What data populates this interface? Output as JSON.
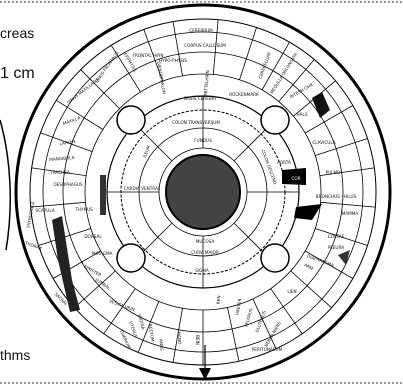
{
  "side_text": {
    "top": "creas",
    "mid": "1 cm",
    "bottom": "thms"
  },
  "labels": [
    {
      "name": "cerebrum",
      "text": "CEREBRUM"
    },
    {
      "name": "corpus-callosum",
      "text": "CORPUS CALLOSUM"
    },
    {
      "name": "frontal-hirn",
      "text": "FRONTAL HIRN"
    },
    {
      "name": "sinus-frontalis",
      "text": "SINUS FRONTALIS"
    },
    {
      "name": "epiphysis",
      "text": "EPIPHYSIS"
    },
    {
      "name": "diencephalon",
      "text": "DIENCEPHALON"
    },
    {
      "name": "hypophysis",
      "text": "HYPO-PHYSIS"
    },
    {
      "name": "mittelhirn",
      "text": "MITTELHIRN"
    },
    {
      "name": "basis-cerebri",
      "text": "BASIS CEREBRI"
    },
    {
      "name": "rueckenmark",
      "text": "RÜCKENMARK"
    },
    {
      "name": "cerebellum",
      "text": "CEREBELLUM"
    },
    {
      "name": "medulla-oblongata",
      "text": "MEDULLA OBLONGATA"
    },
    {
      "name": "intern-ohr",
      "text": "INTERN OHR"
    },
    {
      "name": "hals",
      "text": "HALS"
    },
    {
      "name": "clavicula",
      "text": "CLAVICULA"
    },
    {
      "name": "sinus-maxillaris",
      "text": "SINUS MAXILLARIS"
    },
    {
      "name": "maxilla",
      "text": "MAXILLA"
    },
    {
      "name": "larynx",
      "text": "LARYNX"
    },
    {
      "name": "mandibula",
      "text": "MANDIBULA"
    },
    {
      "name": "trachea",
      "text": "TRACHEA"
    },
    {
      "name": "oesophagus",
      "text": "OESOPHAGUS"
    },
    {
      "name": "thyreoidea",
      "text": "THYREOIDEA"
    },
    {
      "name": "scapula",
      "text": "SCAPULA"
    },
    {
      "name": "thymus",
      "text": "THYMUS"
    },
    {
      "name": "thorax",
      "text": "THORAX"
    },
    {
      "name": "dorsal",
      "text": "DORSAL"
    },
    {
      "name": "phragma",
      "text": "PHRAGMA"
    },
    {
      "name": "lumbal",
      "text": "LUMBAL"
    },
    {
      "name": "sacral",
      "text": "SACRAL"
    },
    {
      "name": "vesica-urin",
      "text": "VESICA URIN."
    },
    {
      "name": "colon-transversum",
      "text": "COLON TRANSVERSUM"
    },
    {
      "name": "fundus",
      "text": "FUNDUS"
    },
    {
      "name": "ileum",
      "text": "ILEUM"
    },
    {
      "name": "colon-descend",
      "text": "COLON DESCEND."
    },
    {
      "name": "cardia-ventral",
      "text": "CARDIA VENTRAL"
    },
    {
      "name": "mucosa",
      "text": "MUCOSA"
    },
    {
      "name": "curv-major",
      "text": "CURV. MAJOR"
    },
    {
      "name": "sigma",
      "text": "SIGMA"
    },
    {
      "name": "aorta",
      "text": "AORTA"
    },
    {
      "name": "cor",
      "text": "COR"
    },
    {
      "name": "pulmo",
      "text": "PULMO"
    },
    {
      "name": "mamma",
      "text": "MAMMA"
    },
    {
      "name": "bronchus-hilus",
      "text": "BRONCHUS - HILUS"
    },
    {
      "name": "costae",
      "text": "COSTAE"
    },
    {
      "name": "pleura",
      "text": "PLEURA"
    },
    {
      "name": "diaphragma",
      "text": "DIAPHRAGMA"
    },
    {
      "name": "arm",
      "text": "ARM"
    },
    {
      "name": "lien",
      "text": "LIEN"
    },
    {
      "name": "ureter",
      "text": "URETER"
    },
    {
      "name": "pylorus",
      "text": "PYLORUS"
    },
    {
      "name": "ren",
      "text": "REN"
    },
    {
      "name": "peritonaeum",
      "text": "PERITONAEUM"
    },
    {
      "name": "rectum",
      "text": "RECTUM"
    },
    {
      "name": "anus",
      "text": "ANUS"
    },
    {
      "name": "vagina",
      "text": "VAGINA"
    },
    {
      "name": "uterus",
      "text": "UTERUS"
    },
    {
      "name": "ovarium",
      "text": "OVARIUM"
    },
    {
      "name": "glutealis",
      "text": "GLUTEALIS"
    },
    {
      "name": "bein",
      "text": "BEIN"
    },
    {
      "name": "hand",
      "text": "HAND"
    },
    {
      "name": "nebenniere",
      "text": "NEBEN NIERE"
    },
    {
      "name": "stimulus",
      "text": "SINISTER"
    }
  ]
}
